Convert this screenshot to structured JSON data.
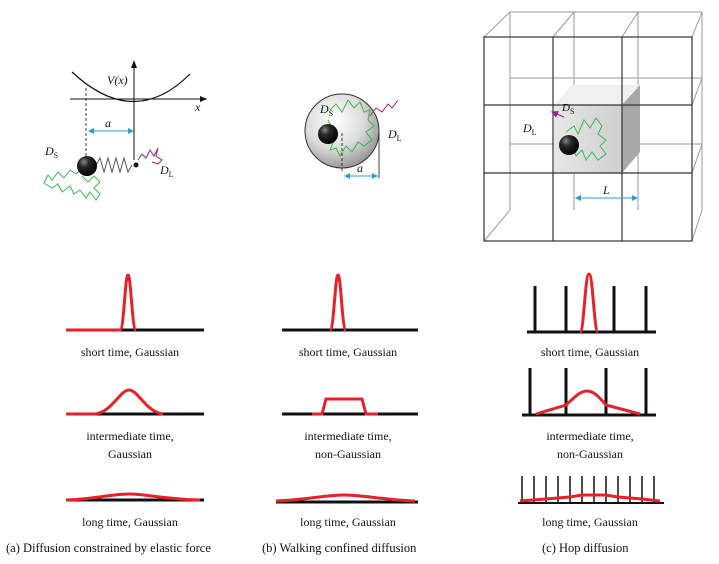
{
  "panel_a": {
    "potential_label": "V(x)",
    "x_axis_label": "x",
    "distance_label": "a",
    "short_diffusion_label": "D",
    "short_diffusion_sub": "S",
    "long_diffusion_label": "D",
    "long_diffusion_sub": "L",
    "profiles": [
      {
        "line1": "short time, Gaussian",
        "line2": ""
      },
      {
        "line1": "intermediate time,",
        "line2": "Gaussian"
      },
      {
        "line1": "long time, Gaussian",
        "line2": ""
      }
    ],
    "caption": "(a) Diffusion constrained by elastic force"
  },
  "panel_b": {
    "distance_label": "a",
    "short_diffusion_label": "D",
    "short_diffusion_sub": "S",
    "long_diffusion_label": "D",
    "long_diffusion_sub": "L",
    "profiles": [
      {
        "line1": "short time, Gaussian",
        "line2": ""
      },
      {
        "line1": "intermediate time,",
        "line2": "non-Gaussian"
      },
      {
        "line1": "long time, Gaussian",
        "line2": ""
      }
    ],
    "caption": "(b) Walking confined diffusion"
  },
  "panel_c": {
    "compartment_label": "L",
    "short_diffusion_label": "D",
    "short_diffusion_sub": "S",
    "long_diffusion_label": "D",
    "long_diffusion_sub": "L",
    "profiles": [
      {
        "line1": "short time, Gaussian",
        "line2": ""
      },
      {
        "line1": "intermediate time,",
        "line2": "non-Gaussian"
      },
      {
        "line1": "long time, Gaussian",
        "line2": ""
      }
    ],
    "caption": "(c) Hop diffusion"
  },
  "colors": {
    "profile_red": "#e8202a",
    "baseline_black": "#111111",
    "arrow_blue": "#2a9fd6",
    "short_walk_green": "#3cb84a",
    "long_walk_magenta": "#a0208a",
    "grid_gray": "#8a8a8a"
  }
}
